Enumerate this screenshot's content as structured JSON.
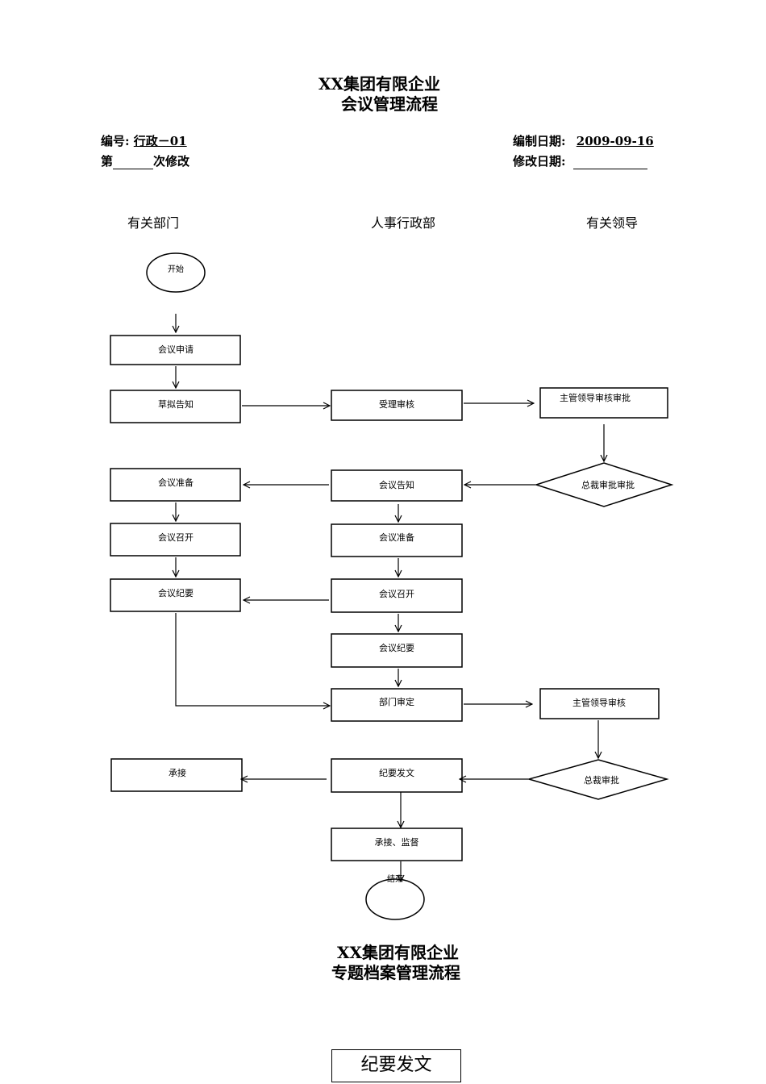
{
  "header": {
    "company": "XX集团有限企业",
    "doc_title": "会议管理流程",
    "code_label": "编号:",
    "code_value": "行政－01",
    "revision_prefix": "第",
    "revision_suffix": "次修改",
    "compile_date_label": "编制日期:",
    "compile_date_value": "2009-09-16",
    "modify_date_label": "修改日期:",
    "modify_date_value": ""
  },
  "lanes": [
    "有关部门",
    "人事行政部",
    "有关领导"
  ],
  "nodes": {
    "start": "开始",
    "apply": "会议申请",
    "draft_notice": "草拟告知",
    "accept_review": "受理审核",
    "leader_review_approve": "主管领导审核审批",
    "president_approve": "总裁审批审批",
    "notice_hr": "会议告知",
    "prepare_dept": "会议准备",
    "prepare_hr": "会议准备",
    "convene_dept": "会议召开",
    "convene_hr": "会议召开",
    "minutes_dept": "会议纪要",
    "minutes_hr": "会议纪要",
    "dept_review": "部门审定",
    "leader_review": "主管领导审核",
    "president_review": "总裁审批",
    "issue_minutes": "纪要发文",
    "undertake": "承接",
    "undertake_supervise": "承接、监督",
    "end": "结束"
  },
  "footer": {
    "company": "XX集团有限企业",
    "doc_title": "专题档案管理流程",
    "box_label": "纪要发文"
  }
}
